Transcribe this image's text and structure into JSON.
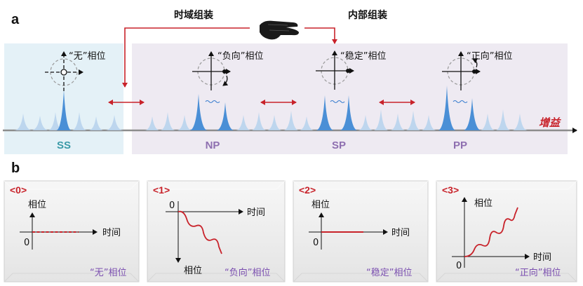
{
  "panel_a": {
    "letter": "a",
    "top_labels": {
      "time_domain": "时域组装",
      "internal": "内部组装"
    },
    "phase_labels": [
      "“无”相位",
      "“负向”相位",
      "“稳定”相位",
      "“正向”相位"
    ],
    "state_labels": [
      "SS",
      "NP",
      "SP",
      "PP"
    ],
    "gain_label": "增益",
    "colors": {
      "ss_bg": "#e4f1f7",
      "np_pp_bg": "#eeeaf2",
      "peak": "#4a8fd6",
      "peak_faint": "#b9d4ee",
      "arrow": "#c8222a",
      "axis": "#8c8c8c",
      "ss_text": "#3a9aa8",
      "state_text": "#8e6fb0",
      "gain_text": "#c8222a"
    }
  },
  "panel_b": {
    "letter": "b",
    "tiles": [
      {
        "tag": "<0>",
        "y_label": "相位",
        "x_label": "时间",
        "origin": "0",
        "caption": "“无”相位"
      },
      {
        "tag": "<1>",
        "y_label": "相位",
        "x_label": "时间",
        "origin": "0",
        "caption": "“负向”相位"
      },
      {
        "tag": "<2>",
        "y_label": "相位",
        "x_label": "时间",
        "origin": "0",
        "caption": "“稳定”相位"
      },
      {
        "tag": "<3>",
        "y_label": "相位",
        "x_label": "时间",
        "origin": "0",
        "caption": "“正向”相位"
      }
    ],
    "colors": {
      "tag": "#c8222a",
      "curve": "#c8222a",
      "caption": "#7b4fb0",
      "tile_bg": "#ededed"
    }
  }
}
